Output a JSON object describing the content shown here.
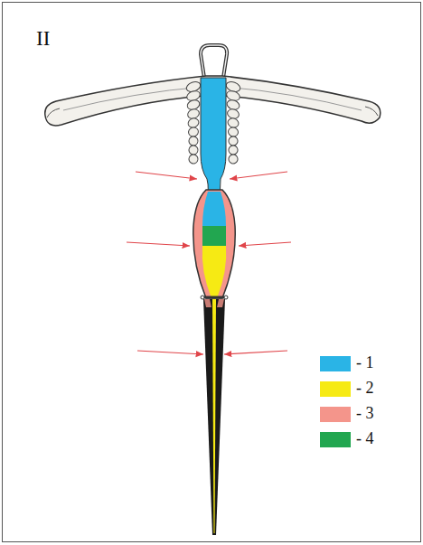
{
  "diagram": {
    "labels": [
      "II"
    ],
    "legend": [
      {
        "text": "- 1",
        "color": "#2ab4e6"
      },
      {
        "text": "- 2",
        "color": "#f6ea14"
      },
      {
        "text": "- 3",
        "color": "#f4958b"
      },
      {
        "text": "- 4",
        "color": "#22a650"
      }
    ]
  }
}
